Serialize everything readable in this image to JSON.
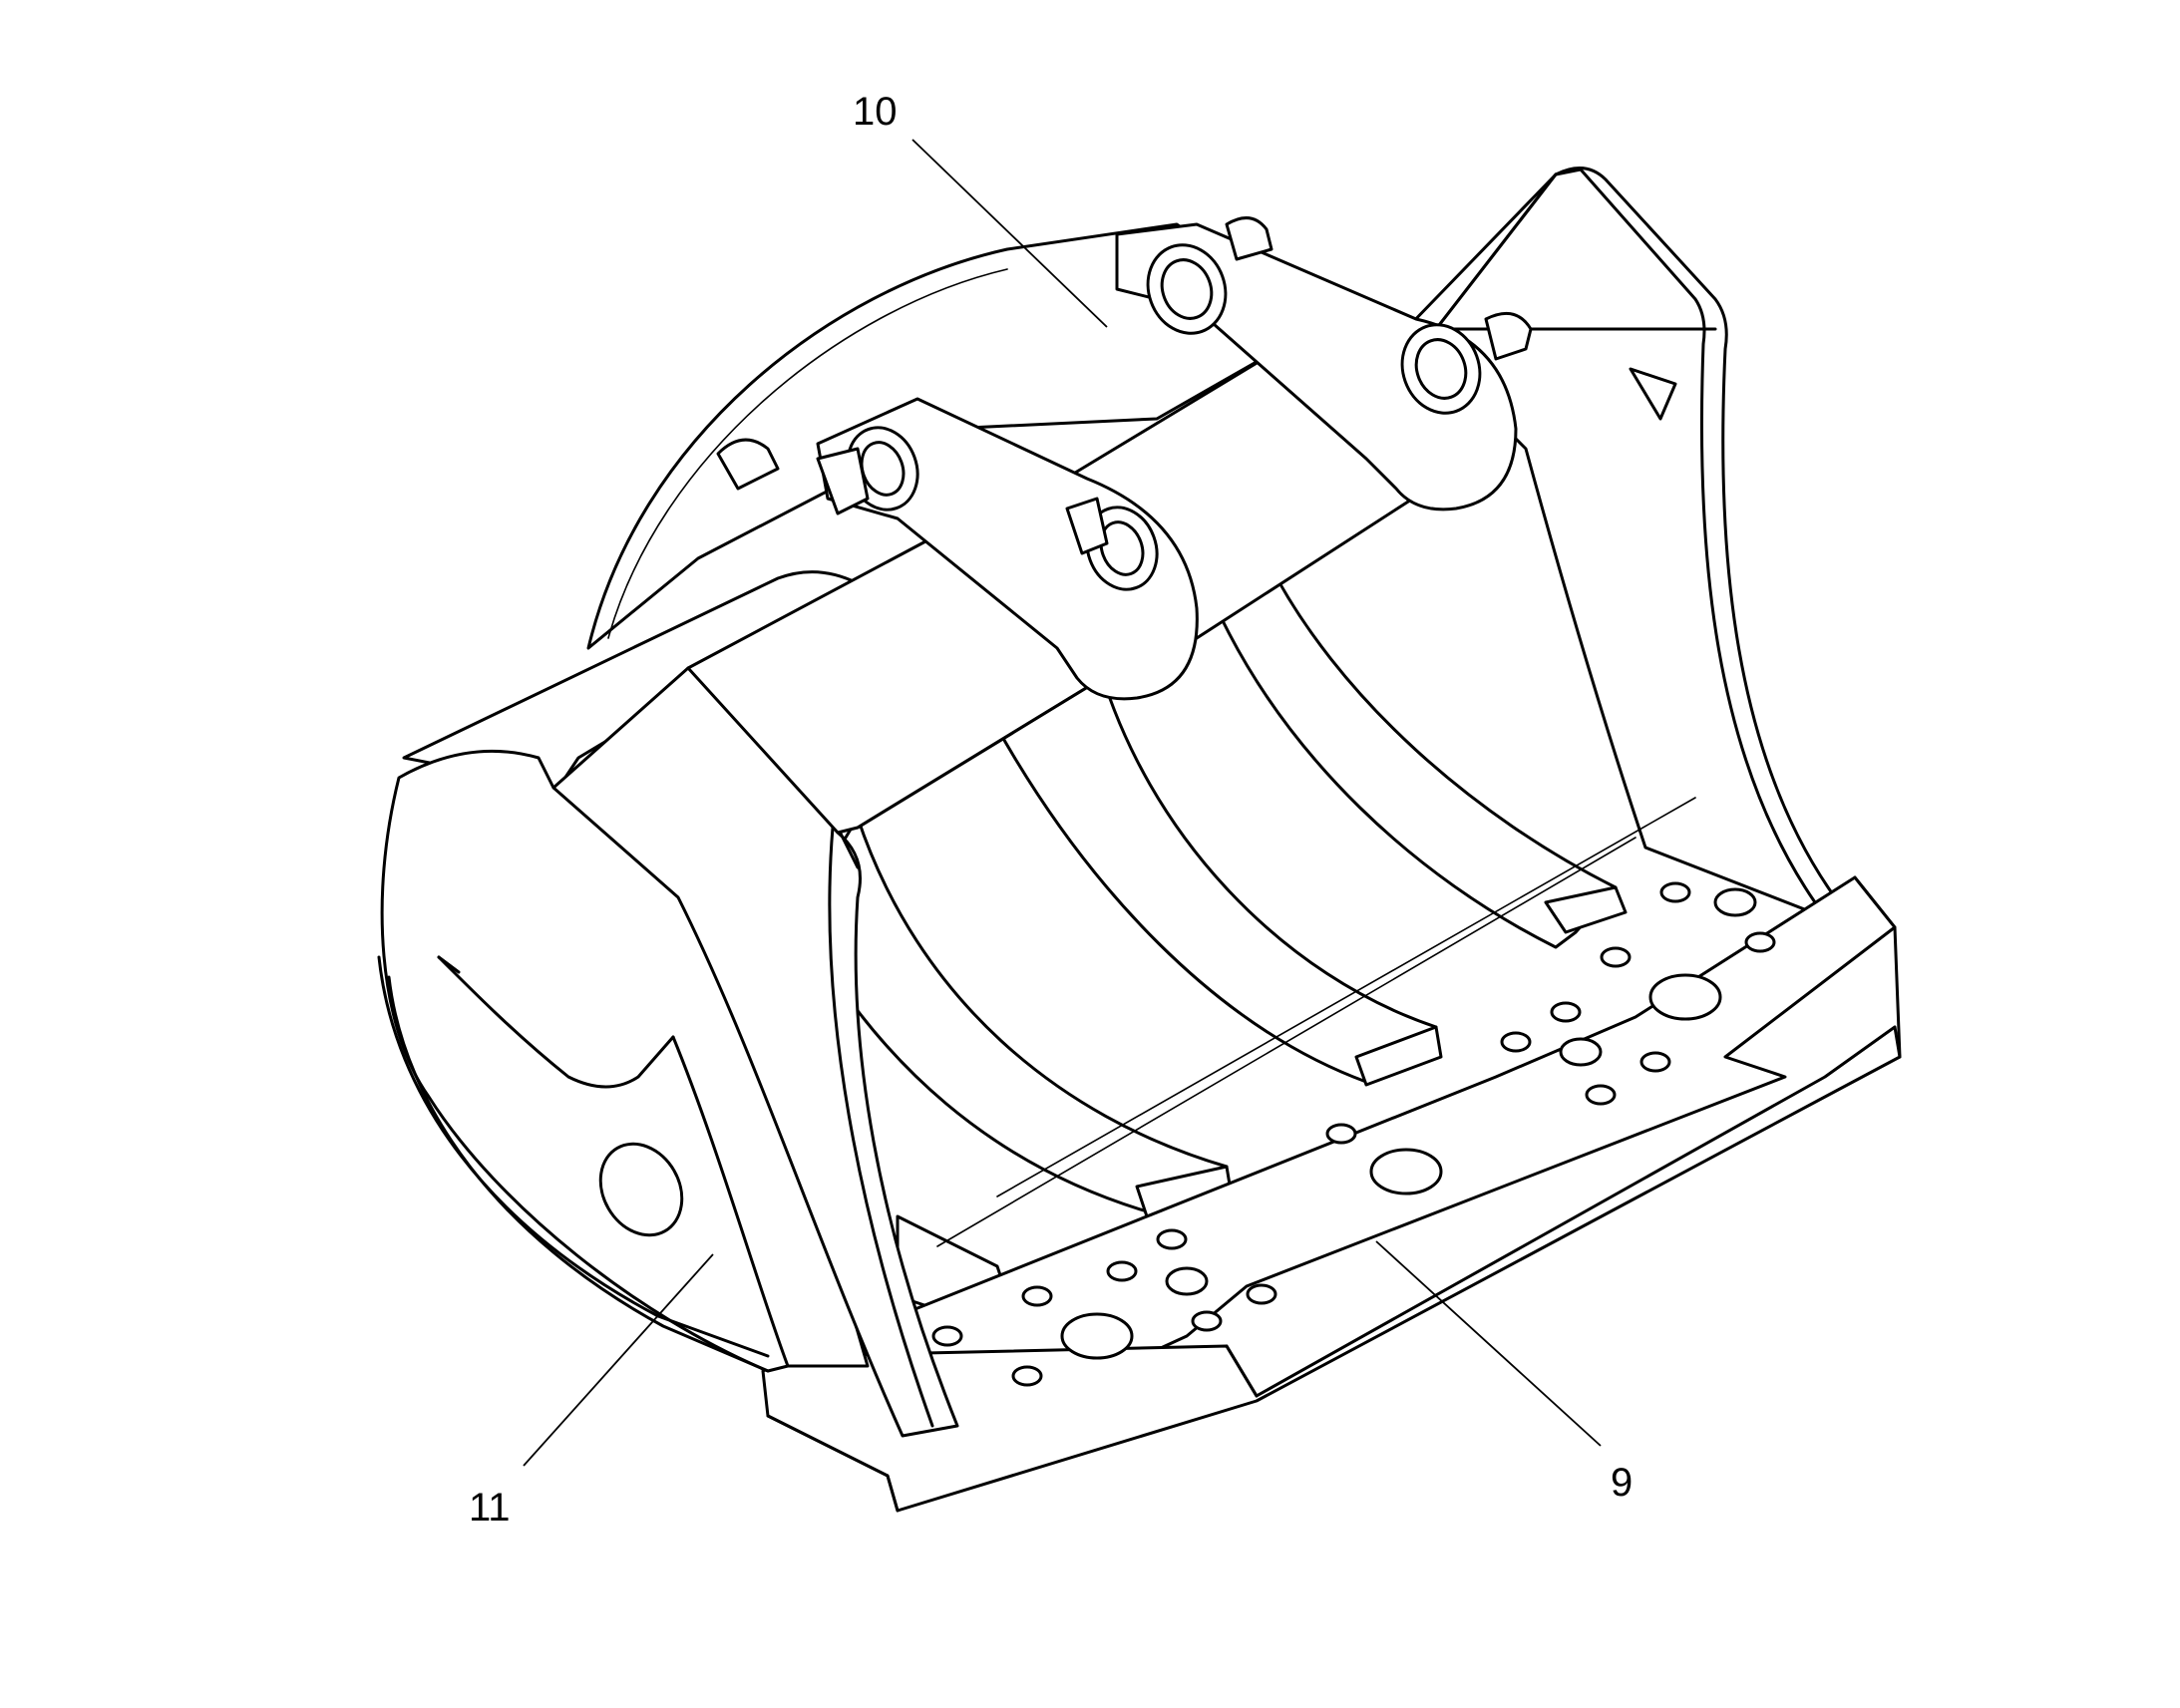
{
  "diagram": {
    "callouts": [
      {
        "id": "callout-10",
        "label": "10"
      },
      {
        "id": "callout-11",
        "label": "11"
      },
      {
        "id": "callout-9",
        "label": "9"
      }
    ]
  }
}
